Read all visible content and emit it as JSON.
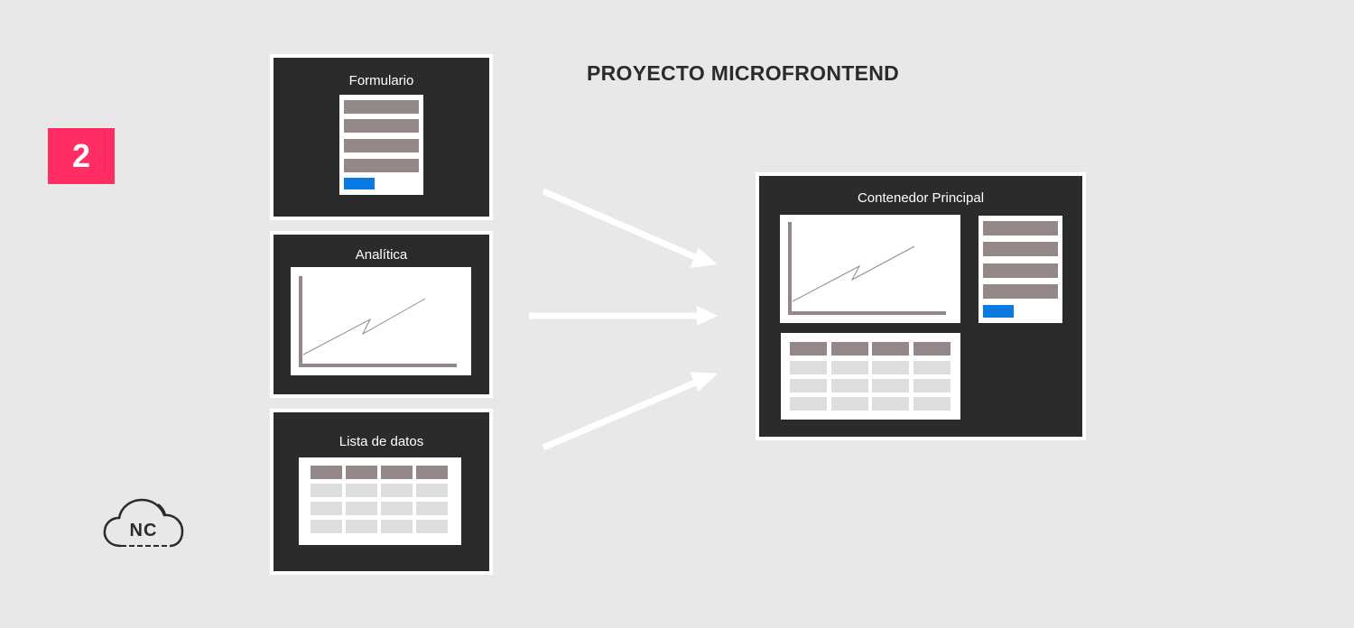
{
  "badge": {
    "number": "2"
  },
  "title": "PROYECTO MICROFRONTEND",
  "panels": {
    "form": {
      "title": "Formulario"
    },
    "analytics": {
      "title": "Analítica"
    },
    "datalist": {
      "title": "Lista de datos"
    },
    "main": {
      "title": "Contenedor Principal"
    }
  },
  "logo": {
    "text": "NC"
  },
  "colors": {
    "background": "#e8e8e8",
    "panel": "#2b2b2b",
    "badge": "#ff2d62",
    "bar": "#948787",
    "button": "#0a7ae0",
    "cell": "#dedede"
  }
}
